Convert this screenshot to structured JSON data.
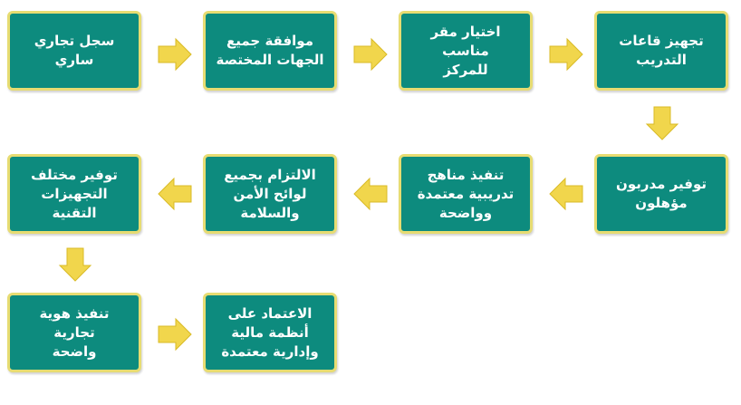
{
  "colors": {
    "box_fill": "#0d8b7e",
    "box_border": "#e7dc72",
    "box_text": "#ffffff",
    "arrow_fill": "#f1d64c"
  },
  "steps": [
    {
      "label": "سجل تجاري\nساري"
    },
    {
      "label": "موافقة جميع\nالجهات المختصة"
    },
    {
      "label": "اختيار مقر مناسب\nللمركز"
    },
    {
      "label": "تجهيز قاعات\nالتدريب"
    },
    {
      "label": "توفير مدربون\nمؤهلون"
    },
    {
      "label": "تنفيذ مناهج\nتدريبية معتمدة\nوواضحة"
    },
    {
      "label": "الالتزام بجميع\nلوائح الأمن\nوالسلامة"
    },
    {
      "label": "توفير مختلف\nالتجهيزات التقنية"
    },
    {
      "label": "تنفيذ هوية تجارية\nواضحة"
    },
    {
      "label": "الاعتماد على\nأنظمة مالية\nوإدارية معتمدة"
    }
  ],
  "arrows": [
    {
      "from": 1,
      "to": 2,
      "direction": "right"
    },
    {
      "from": 2,
      "to": 3,
      "direction": "right"
    },
    {
      "from": 3,
      "to": 4,
      "direction": "right"
    },
    {
      "from": 4,
      "to": 5,
      "direction": "down"
    },
    {
      "from": 5,
      "to": 6,
      "direction": "left"
    },
    {
      "from": 6,
      "to": 7,
      "direction": "left"
    },
    {
      "from": 7,
      "to": 8,
      "direction": "left"
    },
    {
      "from": 8,
      "to": 9,
      "direction": "down"
    },
    {
      "from": 9,
      "to": 10,
      "direction": "right"
    }
  ]
}
